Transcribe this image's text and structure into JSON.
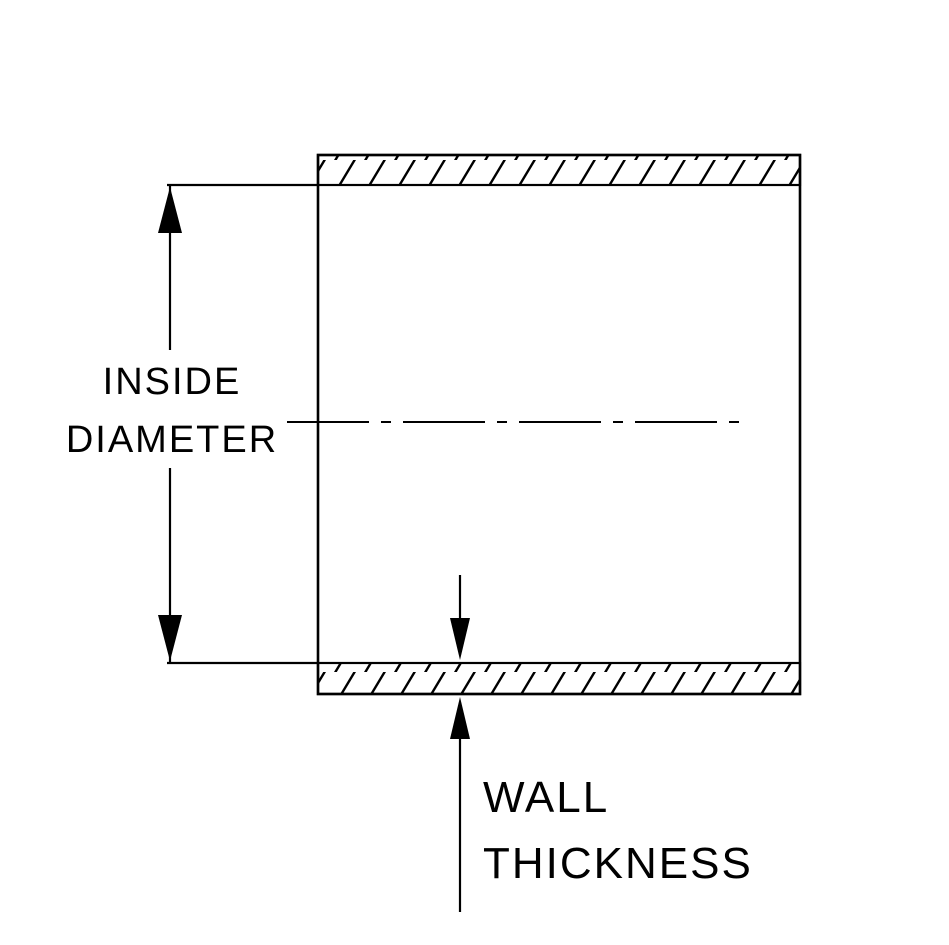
{
  "diagram": {
    "type": "technical-cross-section",
    "subject": "tube wall cross-section with dimension callouts",
    "labels": {
      "inside_diameter_line1": "INSIDE",
      "inside_diameter_line2": "DIAMETER",
      "wall_thickness_line1": "WALL",
      "wall_thickness_line2": "THICKNESS"
    },
    "colors": {
      "line": "#000000",
      "background": "#ffffff"
    }
  }
}
